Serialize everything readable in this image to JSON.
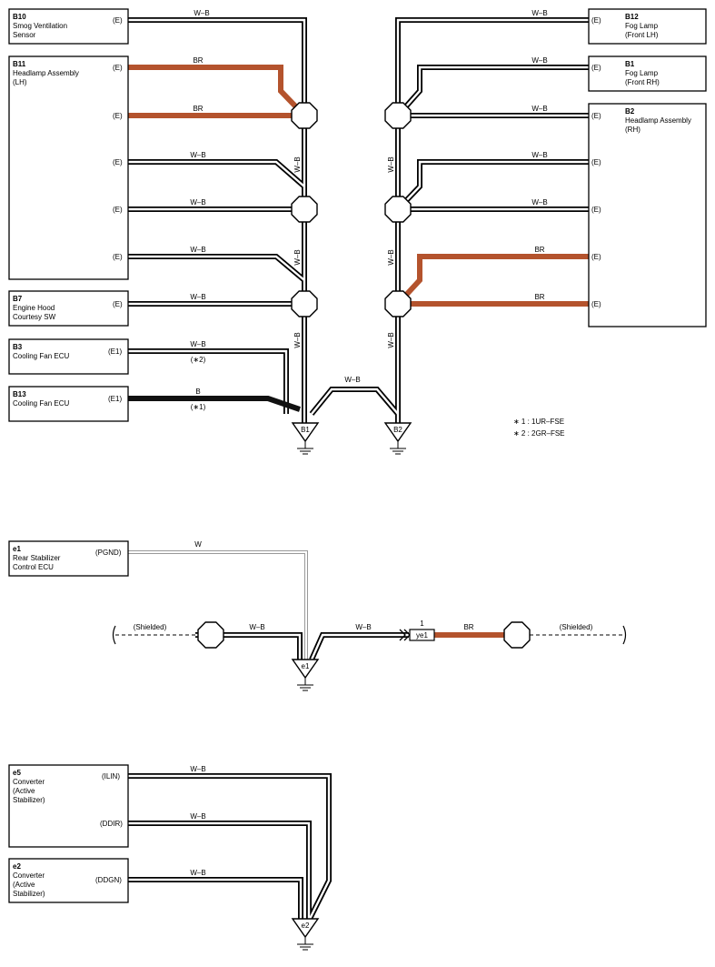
{
  "colors": {
    "wire_wb": "#000000",
    "wire_br": "#b4532d",
    "wire_b": "#111111",
    "wire_w": "#999999"
  },
  "components": {
    "b10": {
      "code": "B10",
      "name": [
        "Smog Ventilation",
        "Sensor"
      ],
      "pin": "(E)"
    },
    "b11": {
      "code": "B11",
      "name": [
        "Headlamp Assembly",
        "(LH)"
      ],
      "pins": [
        "(E)",
        "(E)",
        "(E)",
        "(E)",
        "(E)"
      ]
    },
    "b7": {
      "code": "B7",
      "name": [
        "Engine Hood",
        "Courtesy SW"
      ],
      "pin": "(E)"
    },
    "b3": {
      "code": "B3",
      "name": [
        "Cooling Fan ECU"
      ],
      "pin": "(E1)"
    },
    "b13": {
      "code": "B13",
      "name": [
        "Cooling Fan ECU"
      ],
      "pin": "(E1)"
    },
    "b12": {
      "code": "B12",
      "name": [
        "Fog Lamp",
        "(Front LH)"
      ],
      "pin": "(E)"
    },
    "b1": {
      "code": "B1",
      "name": [
        "Fog Lamp",
        "(Front RH)"
      ],
      "pin": "(E)"
    },
    "b2": {
      "code": "B2",
      "name": [
        "Headlamp Assembly",
        "(RH)"
      ],
      "pins": [
        "(E)",
        "(E)",
        "(E)",
        "(E)",
        "(E)"
      ]
    },
    "e1": {
      "code": "e1",
      "name": [
        "Rear Stabilizer",
        "Control ECU"
      ],
      "pin": "(PGND)"
    },
    "e5": {
      "code": "e5",
      "name": [
        "Converter",
        "(Active",
        " Stabilizer)"
      ],
      "pins": [
        "(ILIN)",
        "(DDIR)"
      ]
    },
    "e2": {
      "code": "e2",
      "name": [
        "Converter",
        "(Active",
        " Stabilizer)"
      ],
      "pin": "(DDGN)"
    }
  },
  "wires": {
    "wb": "W–B",
    "br": "BR",
    "b": "B",
    "w": "W",
    "note_b3": "(∗2)",
    "note_b13": "(∗1)"
  },
  "grounds": {
    "g1": "B1",
    "g2": "B2",
    "g3": "e1",
    "g4": "e2"
  },
  "legend": [
    "∗ 1 : 1UR–FSE",
    "∗ 2 : 2GR–FSE"
  ],
  "connector": {
    "code": "ye1",
    "pin": "1"
  },
  "shielded": "(Shielded)"
}
